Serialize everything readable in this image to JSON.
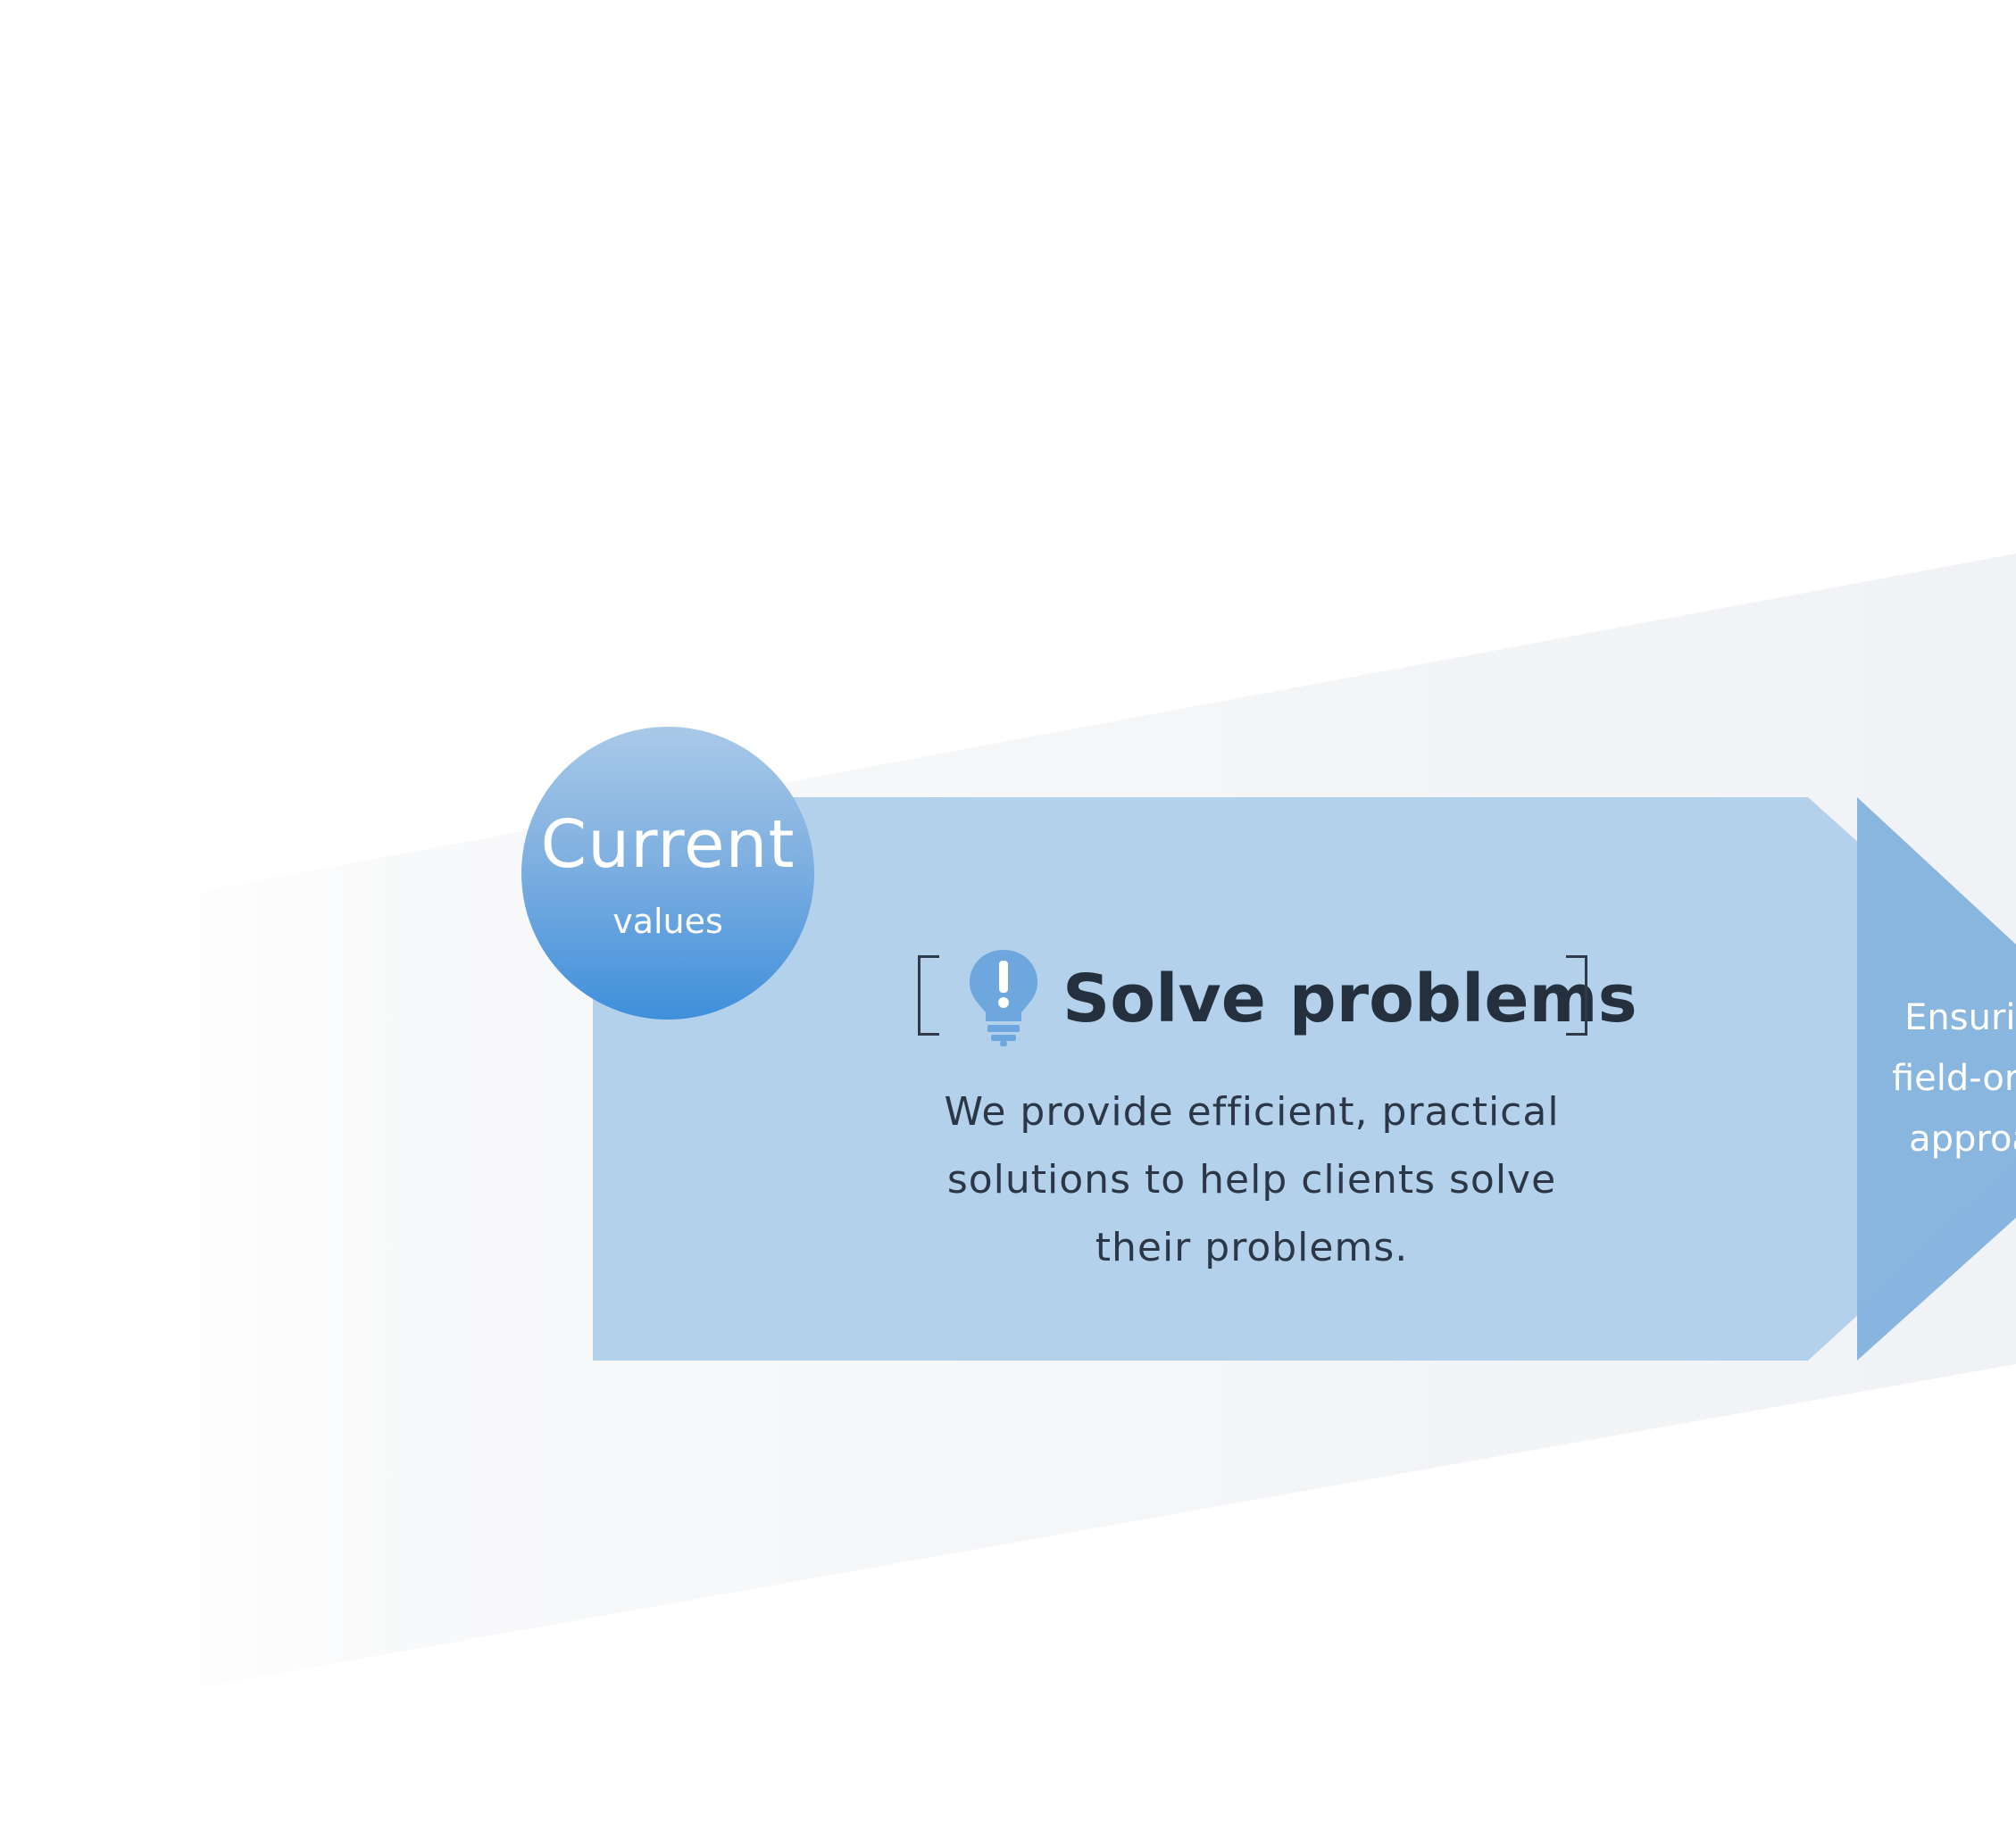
{
  "badge": {
    "title": "Current",
    "subtitle": "values"
  },
  "main_card": {
    "heading": "Solve problems",
    "description_lines": [
      "We provide efficient, practical",
      "solutions to help clients solve",
      "their problems."
    ],
    "icon": "lightbulb-exclamation-icon"
  },
  "next_card": {
    "lines": [
      "Ensurin",
      "field-orie",
      "approa"
    ]
  },
  "colors": {
    "card_fill": "#b4d1eb",
    "arrow_fill": "#87b5df",
    "badge_top": "#a9c9e8",
    "badge_bottom": "#3f8fdb",
    "heading_text": "#24303d",
    "body_text": "#2b3746",
    "icon_fill": "#6ea7dd",
    "background_band": "#f1f3f6"
  }
}
